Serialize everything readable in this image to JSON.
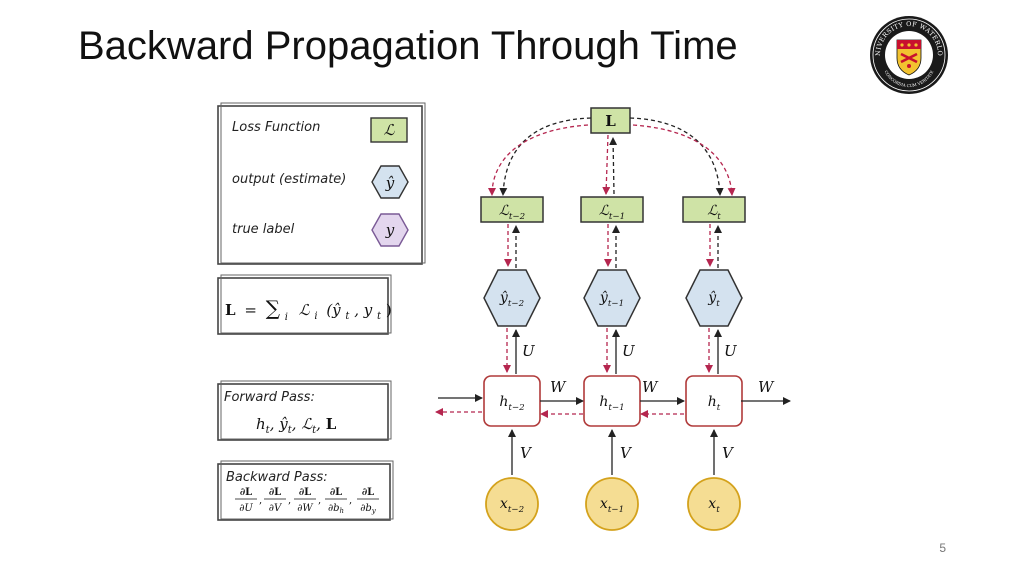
{
  "slide": {
    "title": "Backward Propagation Through Time",
    "page_number": "5"
  },
  "logo": {
    "ring_text": "UNIVERSITY OF WATERLOO",
    "motto": "CONCORDIA CUM VERITATE"
  },
  "legend": {
    "items": [
      {
        "label": "Loss Function",
        "symbol": "ℒ",
        "color": "#cfe3a6"
      },
      {
        "label": "output (estimate)",
        "symbol": "ŷ",
        "color": "#d4e2ef"
      },
      {
        "label": "true label",
        "symbol": "y",
        "color": "#e3d6ee"
      }
    ]
  },
  "equation": {
    "lhs": "L",
    "eq": "=",
    "sum": "∑",
    "sub": "i",
    "rhs": "ℒ",
    "rhs_sub": "i",
    "args": "(ŷ",
    "args_sub": "t",
    "args2": ", y",
    "args_sub2": "t",
    "close": ")"
  },
  "forward": {
    "title": "Forward Pass:",
    "content": "h",
    "parts": [
      "h",
      "ŷ",
      "ℒ",
      "L"
    ],
    "sub": "t"
  },
  "backward": {
    "title": "Backward Pass:",
    "numerator": "∂L",
    "denominators": [
      "∂U",
      "∂V",
      "∂W",
      "∂b",
      "∂b"
    ],
    "denominator_subs": [
      "",
      "",
      "",
      "h",
      "y"
    ]
  },
  "graph": {
    "loss_total": "L",
    "timesteps": [
      {
        "loss": "ℒ",
        "loss_sub": "t−2",
        "output": "ŷ",
        "output_sub": "t−2",
        "hidden": "h",
        "hidden_sub": "t−2",
        "input": "x",
        "input_sub": "t−2"
      },
      {
        "loss": "ℒ",
        "loss_sub": "t−1",
        "output": "ŷ",
        "output_sub": "t−1",
        "hidden": "h",
        "hidden_sub": "t−1",
        "input": "x",
        "input_sub": "t−1"
      },
      {
        "loss": "ℒ",
        "loss_sub": "t",
        "output": "ŷ",
        "output_sub": "t",
        "hidden": "h",
        "hidden_sub": "t",
        "input": "x",
        "input_sub": "t"
      }
    ],
    "weight_labels": {
      "output": "U",
      "recurrent": "W",
      "input": "V"
    },
    "colors": {
      "loss_fill": "#cfe3a6",
      "output_fill": "#d4e2ef",
      "hidden_stroke": "#b03a3a",
      "input_fill": "#f5dd93",
      "input_stroke": "#d4a21c",
      "backward_arrow": "#b5264f",
      "forward_arrow": "#222222"
    }
  }
}
